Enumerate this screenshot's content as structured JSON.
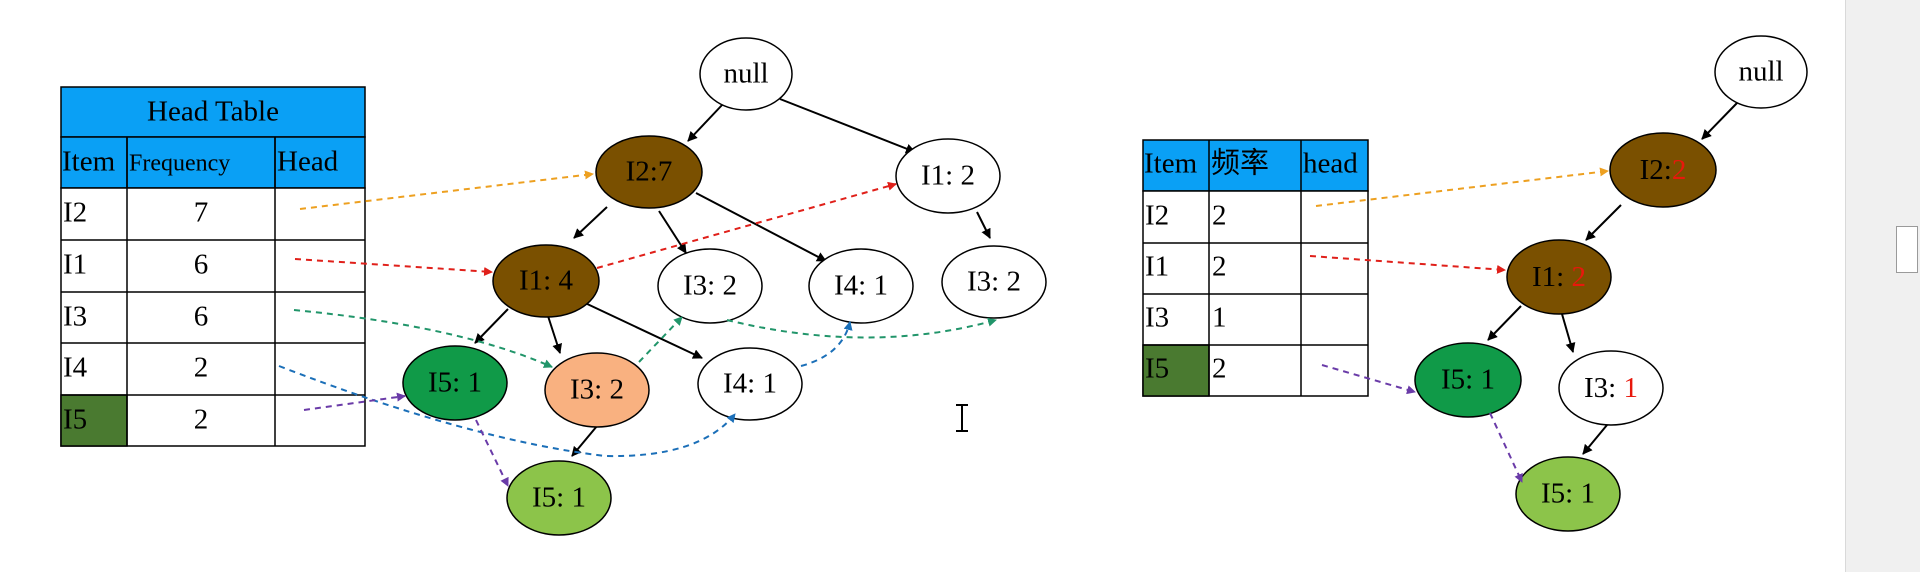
{
  "left_table": {
    "title": "Head Table",
    "headers": [
      "Item",
      "Frequency",
      "Head"
    ],
    "rows": [
      {
        "item": "I2",
        "freq": "7"
      },
      {
        "item": "I1",
        "freq": "6"
      },
      {
        "item": "I3",
        "freq": "6"
      },
      {
        "item": "I4",
        "freq": "2"
      },
      {
        "item": "I5",
        "freq": "2"
      }
    ]
  },
  "right_table": {
    "headers": [
      "Item",
      "频率",
      "head"
    ],
    "rows": [
      {
        "item": "I2",
        "freq": "2"
      },
      {
        "item": "I1",
        "freq": "2"
      },
      {
        "item": "I3",
        "freq": "1"
      },
      {
        "item": "I5",
        "freq": "2"
      }
    ]
  },
  "tree_left": {
    "null": "null",
    "i2": "I2:7",
    "i1a": "I1: 4",
    "i1b": "I1: 2",
    "i3a": "I3: 2",
    "i3b": "I3: 2",
    "i3c": "I3: 2",
    "i4a": "I4: 1",
    "i4b": "I4: 1",
    "i5a": "I5: 1",
    "i5b": "I5: 1"
  },
  "tree_right": {
    "null": "null",
    "i2_name": "I2:",
    "i2_count": "2",
    "i1_name": "I1: ",
    "i1_count": "2",
    "i3_name": "I3: ",
    "i3_count": "1",
    "i5a": "I5: 1",
    "i5b": "I5: 1"
  },
  "colors": {
    "header_blue": "#0aa0f5",
    "dark_green_cell": "#4a7a30",
    "brown_node": "#7a5000",
    "orange_node": "#f9b180",
    "dark_green_node": "#109a48",
    "light_green_node": "#8cc44a",
    "red_text": "#e8180c",
    "arrow_orange": "#eda020",
    "arrow_red": "#e0201a",
    "arrow_green": "#21956a",
    "arrow_blue": "#1b6fb8",
    "arrow_purple": "#6a3ba8"
  }
}
